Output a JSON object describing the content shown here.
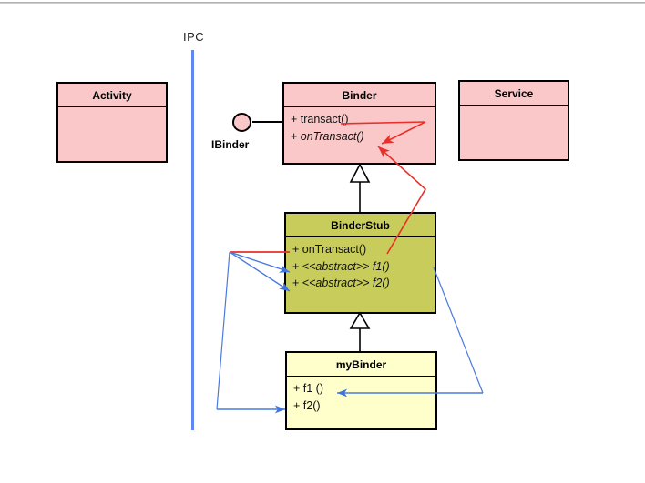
{
  "diagram": {
    "title_label": "IPC",
    "divider": {
      "name": "ipc-divider",
      "color": "#5f86f2"
    },
    "interface": {
      "name": "IBinder",
      "label": "IBinder"
    },
    "colors": {
      "pink": "#fac8c8",
      "olive": "#c8cc5a",
      "cream": "#ffffcc",
      "outline": "#000000",
      "red_arrow": "#e8312a",
      "blue_arrow": "#4a7ae0",
      "ipc_blue": "#5f86f2"
    },
    "classes": [
      {
        "id": "activity",
        "name": "Activity",
        "fill": "pink",
        "members": []
      },
      {
        "id": "service",
        "name": "Service",
        "fill": "pink",
        "members": []
      },
      {
        "id": "binder",
        "name": "Binder",
        "fill": "pink",
        "members": [
          {
            "visibility": "+",
            "text": "transact()",
            "italic": false
          },
          {
            "visibility": "+",
            "text": "onTransact()",
            "italic": true
          }
        ]
      },
      {
        "id": "binderstub",
        "name": "BinderStub",
        "fill": "olive",
        "members": [
          {
            "visibility": "+",
            "text": "onTransact()",
            "italic": false
          },
          {
            "visibility": "+",
            "text": "<<abstract>> f1()",
            "italic": true
          },
          {
            "visibility": "+",
            "text": "<<abstract>> f2()",
            "italic": true
          }
        ]
      },
      {
        "id": "mybinder",
        "name": "myBinder",
        "fill": "cream",
        "members": [
          {
            "visibility": "+",
            "text": "f1 ()",
            "italic": false
          },
          {
            "visibility": "+",
            "text": "f2()",
            "italic": false
          }
        ]
      }
    ],
    "relations": [
      {
        "type": "generalization",
        "from": "binderstub",
        "to": "binder",
        "marker": "hollow-triangle"
      },
      {
        "type": "generalization",
        "from": "mybinder",
        "to": "binderstub",
        "marker": "hollow-triangle"
      },
      {
        "type": "call",
        "from": "binderstub.onTransact()",
        "to": "binder.onTransact()",
        "color": "red"
      },
      {
        "type": "call",
        "from": "binder.transact()",
        "to": "binder.onTransact()",
        "color": "red"
      },
      {
        "type": "dispatch",
        "from": "binderstub.onTransact()",
        "to": "binderstub.f1()",
        "color": "blue"
      },
      {
        "type": "dispatch",
        "from": "binderstub.onTransact()",
        "to": "binderstub.f2()",
        "color": "blue"
      },
      {
        "type": "implements",
        "from": "mybinder.f2()",
        "to": "binderstub.f2()",
        "color": "blue"
      },
      {
        "type": "implements",
        "from": "binderstub.f1()",
        "to": "mybinder.f1()",
        "color": "blue"
      }
    ]
  },
  "box_labels": {
    "activity_title": "Activity",
    "service_title": "Service",
    "binder_title": "Binder",
    "binderstub_title": "BinderStub",
    "mybinder_title": "myBinder",
    "binder_m1": "+ transact()",
    "binder_m2_sign": "+ ",
    "binder_m2": "onTransact()",
    "stub_m1": "+ onTransact()",
    "stub_m2_sign": "+ ",
    "stub_m2": "<<abstract>> f1()",
    "stub_m3_sign": "+ ",
    "stub_m3": "<<abstract>> f2()",
    "my_m1": "+ f1 ()",
    "my_m2": "+ f2()"
  }
}
